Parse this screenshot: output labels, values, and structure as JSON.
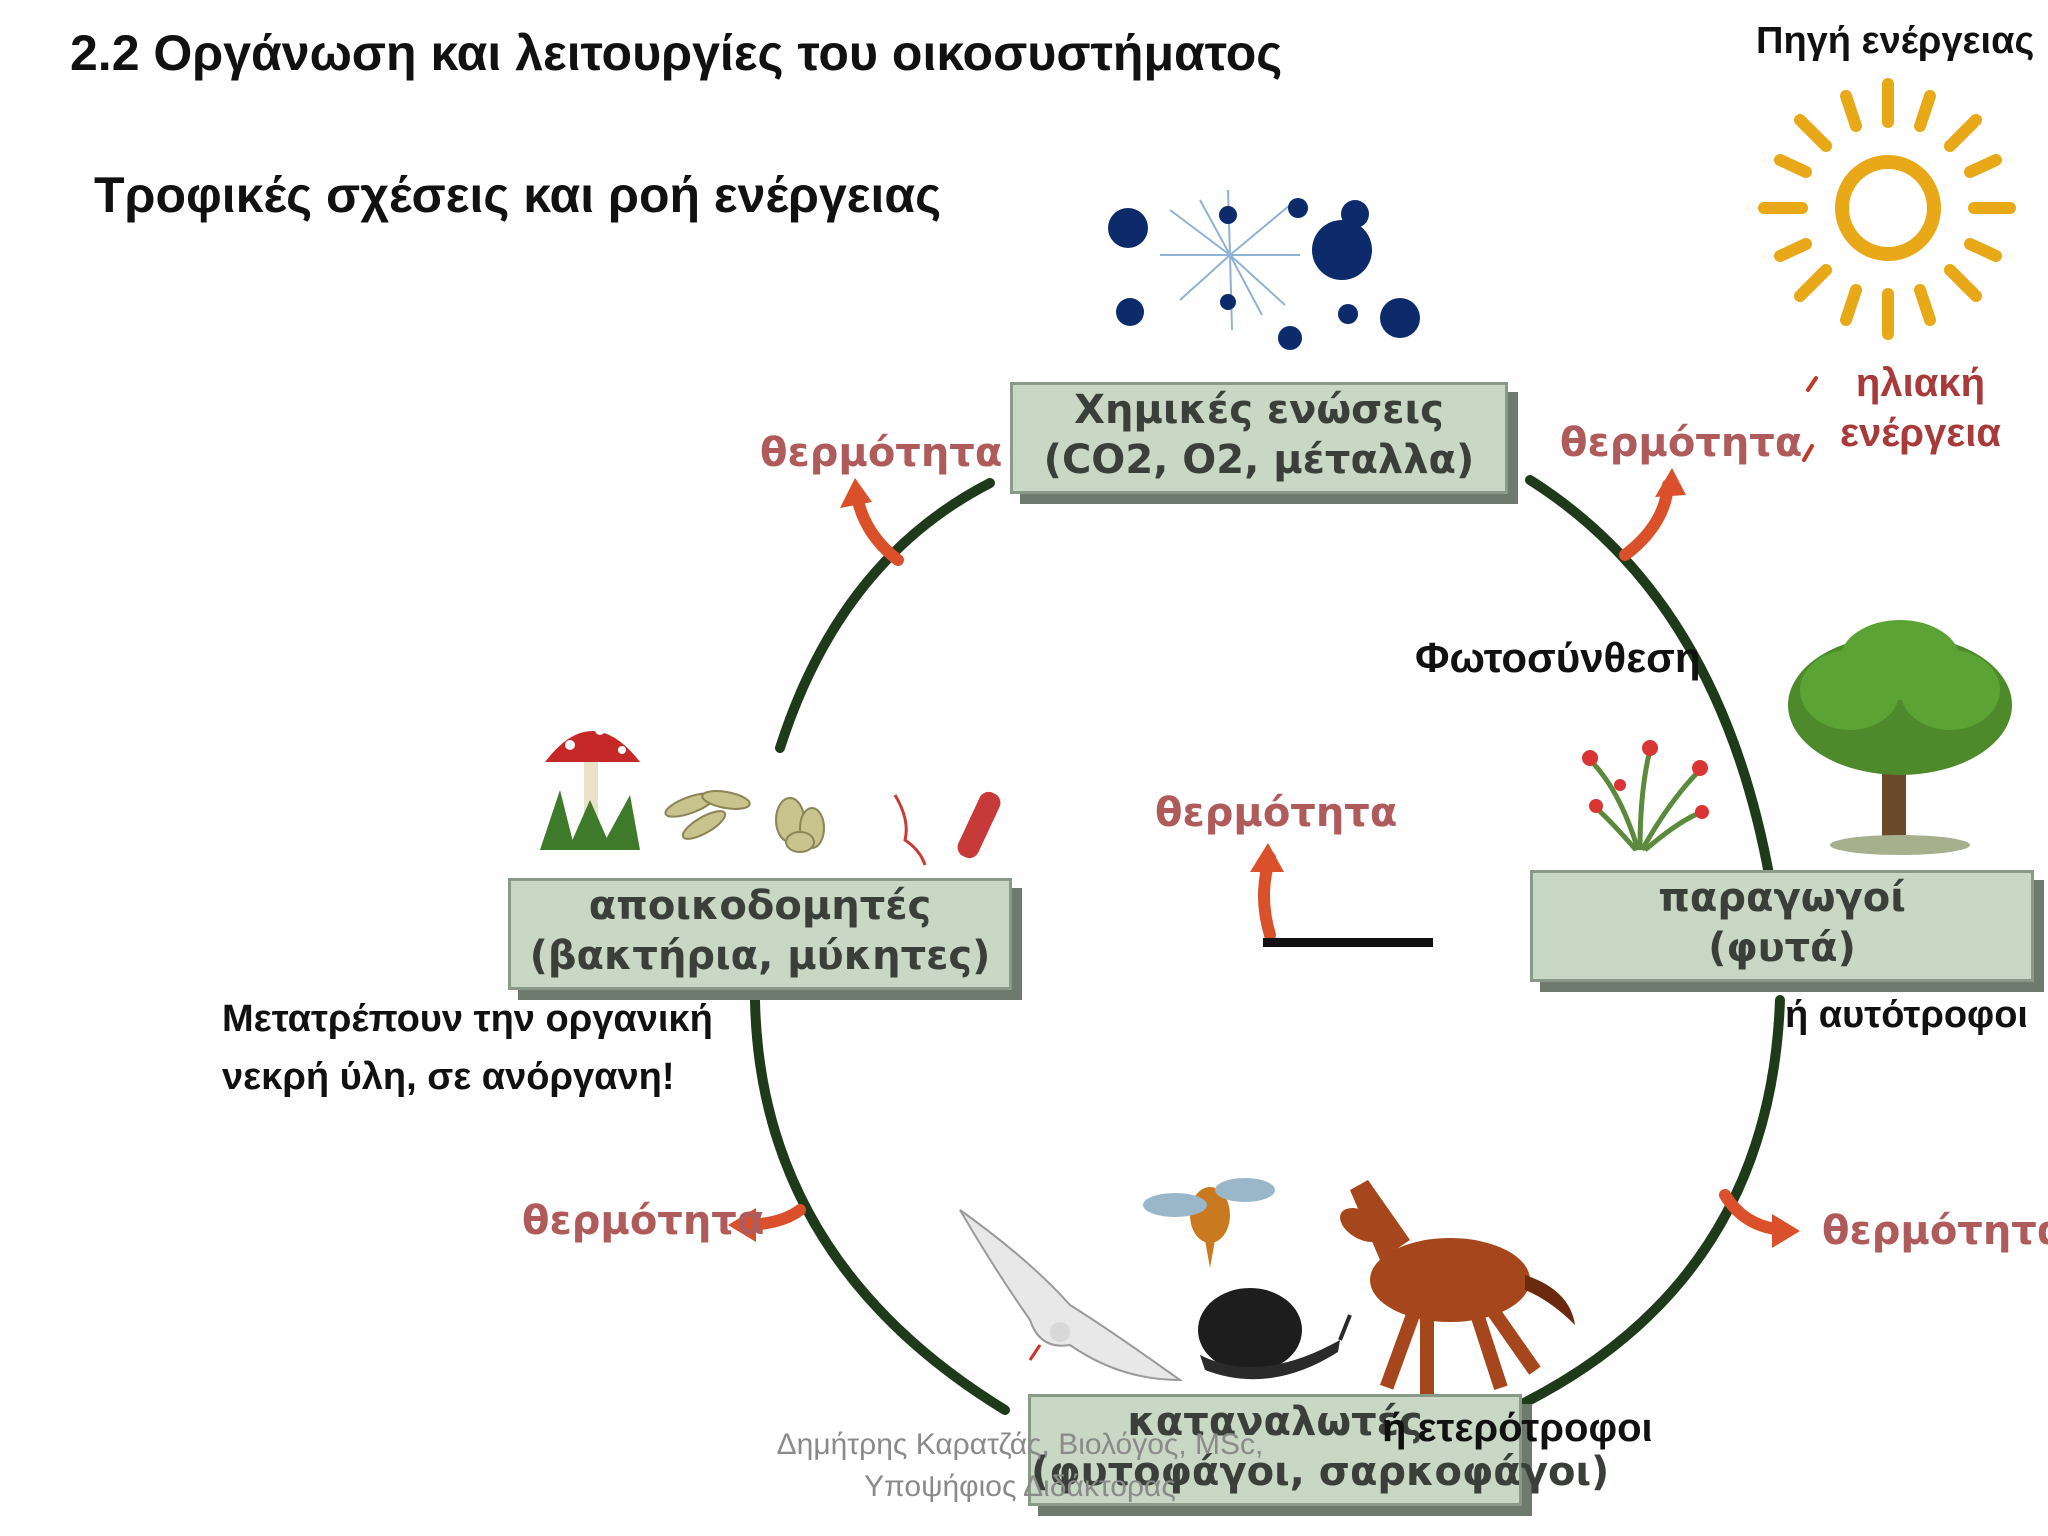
{
  "slide": {
    "title": "2.2 Οργάνωση και λειτουργίες του οικοσυστήματος",
    "subtitle": "Τροφικές σχέσεις και ροή ενέργειας"
  },
  "sun": {
    "caption": "Πηγή ενέργειας",
    "solar_line1": "ηλιακή",
    "solar_line2": "ενέργεια",
    "color": "#e8a817"
  },
  "nodes": {
    "chemical": {
      "line1": "Χημικές ενώσεις",
      "line2": "(CO2, O2, μέταλλα)"
    },
    "producers": {
      "line1": "παραγωγοί",
      "line2": "(φυτά)"
    },
    "decomposers": {
      "line1": "αποικοδομητές",
      "line2": "(βακτήρια, μύκητες)"
    },
    "consumers": {
      "line1": "καταναλωτές",
      "line2": "(φυτοφάγοι, σαρκοφάγοι)"
    }
  },
  "heat_label": "θερμότητα",
  "labels": {
    "photosynthesis": "Φωτοσύνθεση",
    "autotrophs": "ή αυτότροφοι",
    "heterotrophs": "ή ετερότροφοι",
    "decomposer_note_line1": "Μετατρέπουν την οργανική",
    "decomposer_note_line2": "νεκρή ύλη, σε ανόργανη!"
  },
  "footer": {
    "line1": "Δημήτρης Καρατζάς, Βιολόγος, MSc,",
    "line2": "Υποψήφιος Διδάκτορας"
  },
  "colors": {
    "cycle_line": "#1f3a1a",
    "heat_arrow": "#d9502a",
    "heat_text": "#b05b5b",
    "node_fill": "#c9d7c5",
    "molecules": "#0d2a6b"
  }
}
